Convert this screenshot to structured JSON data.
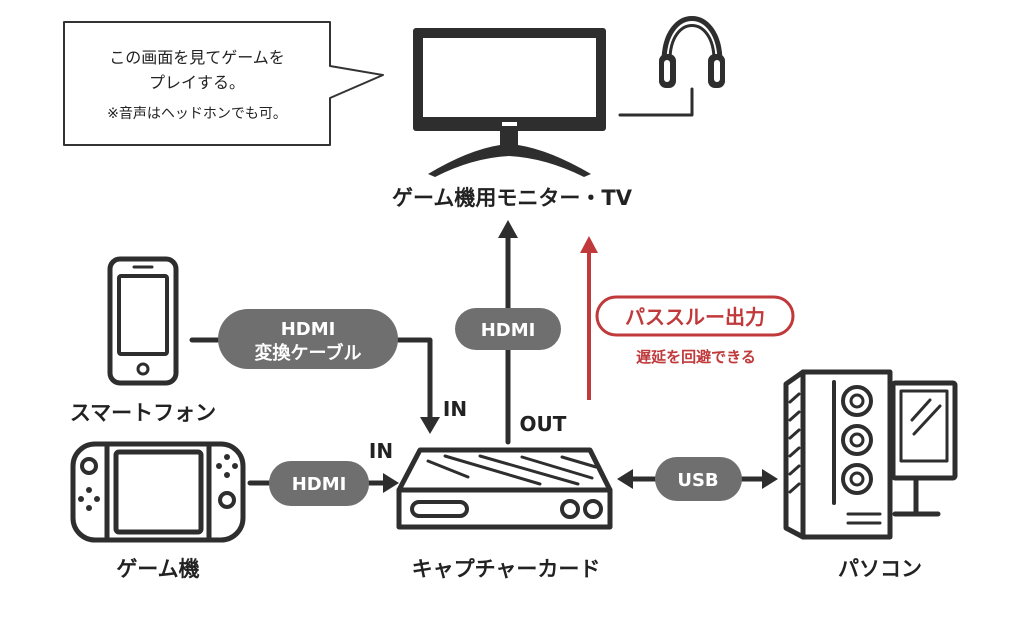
{
  "callout": {
    "line1": "この画面を見てゲームを",
    "line2": "プレイする。",
    "note": "※音声はヘッドホンでも可。"
  },
  "nodes": {
    "monitor": "ゲーム機用モニター・TV",
    "smartphone": "スマートフォン",
    "console": "ゲーム機",
    "capture_card": "キャプチャーカード",
    "pc": "パソコン"
  },
  "connections": {
    "card_to_monitor": "HDMI",
    "phone_to_card": [
      "HDMI",
      "変換ケーブル"
    ],
    "console_to_card": "HDMI",
    "card_to_pc": "USB",
    "passthrough": "パススルー出力",
    "passthrough_note": "遅延を回避できる"
  },
  "ports": {
    "phone_in": "IN",
    "console_in": "IN",
    "card_out": "OUT"
  },
  "colors": {
    "line": "#2e2e2e",
    "pill": "#6f6f6f",
    "accent": "#c0393b"
  }
}
